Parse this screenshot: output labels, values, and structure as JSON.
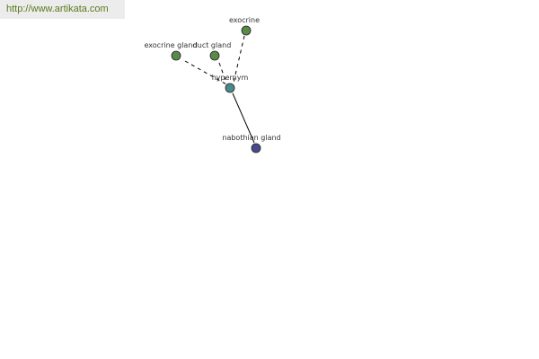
{
  "header": {
    "url": "http://www.artikata.com",
    "link_color": "#5a7a1c"
  },
  "graph": {
    "nodes": [
      {
        "id": "exocrine",
        "label": "exocrine",
        "color": "#5a8a4a",
        "icon": "circle-node"
      },
      {
        "id": "exocrine-gland",
        "label": "exocrine gland",
        "color": "#5a8a4a",
        "icon": "circle-node"
      },
      {
        "id": "duct-gland",
        "label": "duct gland",
        "color": "#5a8a4a",
        "icon": "circle-node"
      },
      {
        "id": "hypernym",
        "label": "hypernym",
        "color": "#4a8a8a",
        "icon": "circle-node"
      },
      {
        "id": "nabothian-gland",
        "label": "nabothian gland",
        "color": "#4a4a8a",
        "icon": "circle-node"
      }
    ],
    "edges": [
      {
        "from": "exocrine",
        "to": "hypernym",
        "style": "dashed"
      },
      {
        "from": "exocrine-gland",
        "to": "hypernym",
        "style": "dashed"
      },
      {
        "from": "duct-gland",
        "to": "hypernym",
        "style": "dashed"
      },
      {
        "from": "hypernym",
        "to": "nabothian-gland",
        "style": "solid"
      }
    ]
  }
}
